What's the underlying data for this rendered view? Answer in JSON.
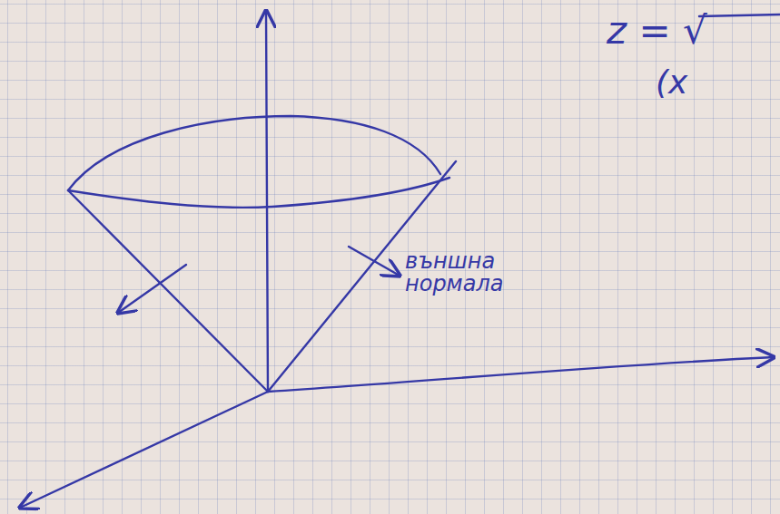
{
  "diagram": {
    "labels": [
      "z = √",
      "(x",
      "външна нормала"
    ]
  }
}
